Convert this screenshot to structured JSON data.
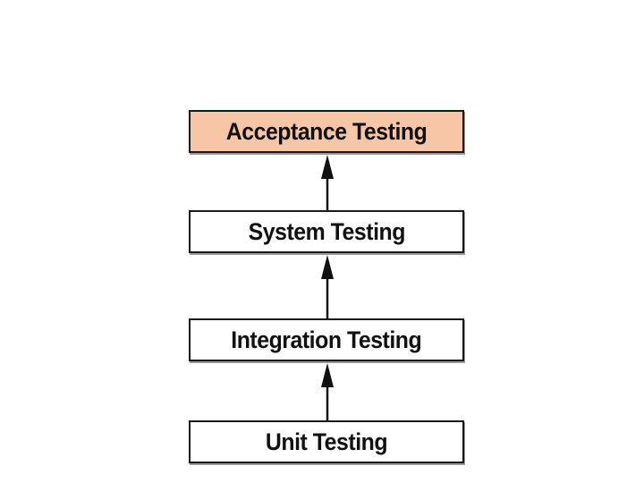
{
  "levels": [
    {
      "label": "Acceptance Testing",
      "highlighted": true
    },
    {
      "label": "System Testing",
      "highlighted": false
    },
    {
      "label": "Integration Testing",
      "highlighted": false
    },
    {
      "label": "Unit Testing",
      "highlighted": false
    }
  ],
  "colors": {
    "highlight_fill": "#f6c6a6",
    "box_fill": "#ffffff",
    "stroke": "#1a1a1a"
  }
}
